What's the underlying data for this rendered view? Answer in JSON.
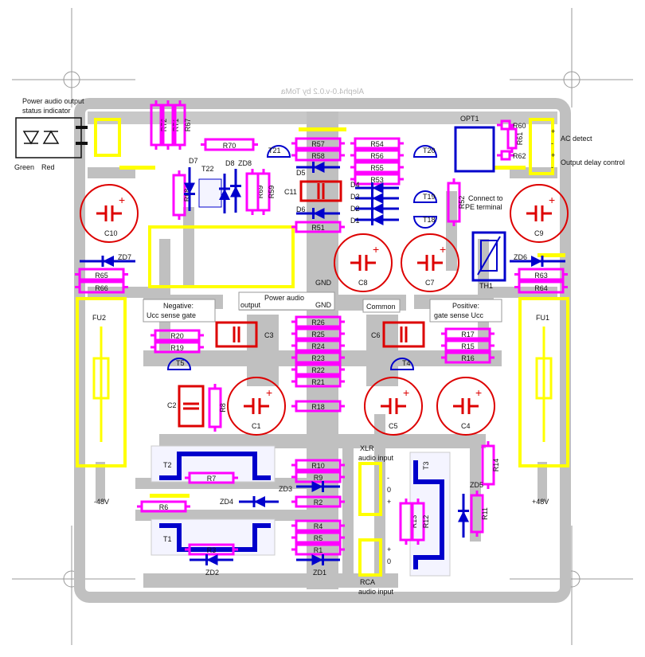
{
  "title": "Aleph4.0-v.0.2 by ToMa",
  "indicator": {
    "caption1": "Power audio output",
    "caption2": "status indicator",
    "green": "Green",
    "red": "Red"
  },
  "resistors": [
    {
      "id": "R72"
    },
    {
      "id": "R71"
    },
    {
      "id": "R67"
    },
    {
      "id": "R70"
    },
    {
      "id": "R68"
    },
    {
      "id": "R69"
    },
    {
      "id": "R59"
    },
    {
      "id": "R57"
    },
    {
      "id": "R58"
    },
    {
      "id": "R54"
    },
    {
      "id": "R56"
    },
    {
      "id": "R55"
    },
    {
      "id": "R53"
    },
    {
      "id": "R52"
    },
    {
      "id": "R51"
    },
    {
      "id": "R60"
    },
    {
      "id": "R61"
    },
    {
      "id": "R62"
    },
    {
      "id": "R65"
    },
    {
      "id": "R66"
    },
    {
      "id": "R63"
    },
    {
      "id": "R64"
    },
    {
      "id": "R20"
    },
    {
      "id": "R19"
    },
    {
      "id": "R17"
    },
    {
      "id": "R15"
    },
    {
      "id": "R16"
    },
    {
      "id": "R26"
    },
    {
      "id": "R25"
    },
    {
      "id": "R24"
    },
    {
      "id": "R23"
    },
    {
      "id": "R22"
    },
    {
      "id": "R21"
    },
    {
      "id": "R18"
    },
    {
      "id": "R8"
    },
    {
      "id": "R10"
    },
    {
      "id": "R9"
    },
    {
      "id": "R2"
    },
    {
      "id": "R4"
    },
    {
      "id": "R5"
    },
    {
      "id": "R1"
    },
    {
      "id": "R7"
    },
    {
      "id": "R6"
    },
    {
      "id": "R3"
    },
    {
      "id": "R13"
    },
    {
      "id": "R12"
    },
    {
      "id": "R11"
    },
    {
      "id": "R14"
    }
  ],
  "capacitors": {
    "small": [
      {
        "id": "C11"
      },
      {
        "id": "C3"
      },
      {
        "id": "C6"
      },
      {
        "id": "C2"
      }
    ],
    "large": [
      {
        "id": "C10"
      },
      {
        "id": "C9"
      },
      {
        "id": "C8"
      },
      {
        "id": "C7"
      },
      {
        "id": "C1"
      },
      {
        "id": "C5"
      },
      {
        "id": "C4"
      }
    ]
  },
  "transistors": [
    {
      "id": "T21"
    },
    {
      "id": "T20"
    },
    {
      "id": "T19"
    },
    {
      "id": "T18"
    },
    {
      "id": "T5"
    },
    {
      "id": "T4"
    }
  ],
  "diodes": [
    {
      "id": "D5"
    },
    {
      "id": "D4"
    },
    {
      "id": "D3"
    },
    {
      "id": "D2"
    },
    {
      "id": "D1"
    },
    {
      "id": "D6"
    },
    {
      "id": "D7"
    },
    {
      "id": "D8"
    },
    {
      "id": "ZD8"
    },
    {
      "id": "ZD7"
    },
    {
      "id": "ZD6"
    },
    {
      "id": "ZD3"
    },
    {
      "id": "ZD4"
    },
    {
      "id": "ZD2"
    },
    {
      "id": "ZD1"
    },
    {
      "id": "ZD5"
    }
  ],
  "parts": {
    "opt1": "OPT1",
    "t22": "T22",
    "th1": "TH1",
    "fu1": "FU1",
    "fu2": "FU2",
    "t1": "T1",
    "t2": "T2",
    "t3": "T3"
  },
  "labels": {
    "gnd": "GND",
    "power_audio": "Power audio",
    "output": "output",
    "gnd2": "GND",
    "common": "Common",
    "negative": "Negative:",
    "neg_sub": "Ucc  sense  gate",
    "positive": "Positive:",
    "pos_sub": "gate  sense  Ucc",
    "ac_detect": "AC detect",
    "output_delay": "Output delay control",
    "connect_pe1": "Connect to",
    "connect_pe2": "PE terminal",
    "xlr1": "XLR",
    "xlr2": "audio input",
    "rca1": "RCA",
    "rca2": "audio input",
    "neg48": "-48V",
    "pos48": "+48V",
    "minus": "-",
    "plus": "+",
    "zero": "0"
  },
  "colors": {
    "board": "#c8c8c8",
    "resistor": "#ff00ff",
    "cap": "#dd0000",
    "diode": "#0000cc",
    "wire": "#ffff00",
    "fuse": "#ffff00"
  }
}
